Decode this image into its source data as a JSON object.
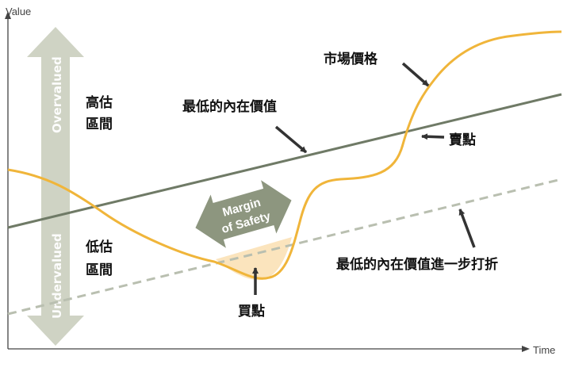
{
  "axes": {
    "y_label": "Value",
    "x_label": "Time"
  },
  "band": {
    "top_label": "Overvalued",
    "bottom_label": "Undervalued"
  },
  "zone_labels": {
    "over": [
      "高估",
      "區間"
    ],
    "under": [
      "低估",
      "區間"
    ]
  },
  "lines": {
    "market_price": "市場價格",
    "intrinsic_value": "最低的內在價值",
    "further_discount": "最低的內在價值進一步打折"
  },
  "points": {
    "sell": "賣點",
    "buy": "買點"
  },
  "margin_of_safety": [
    "Margin",
    "of Safety"
  ],
  "colors": {
    "band": "#cfd3c4",
    "price_line": "#f0b53a",
    "value_line": "#6f7a66",
    "discount_line": "#b9bfb0",
    "safety_fill": "#fbe4bd",
    "mos_shape": "#8d967f"
  }
}
